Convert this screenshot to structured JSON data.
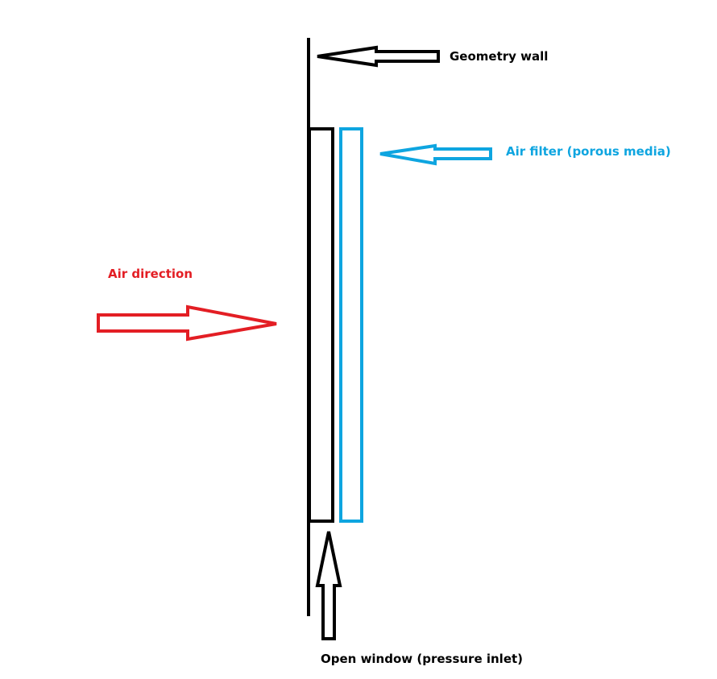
{
  "labels": {
    "geometry_wall": "Geometry wall",
    "air_filter": "Air filter (porous media)",
    "air_direction": "Air direction",
    "open_window": "Open window (pressure inlet)"
  },
  "colors": {
    "black": "#000000",
    "blue": "#0ea5e0",
    "red": "#e31e24"
  }
}
